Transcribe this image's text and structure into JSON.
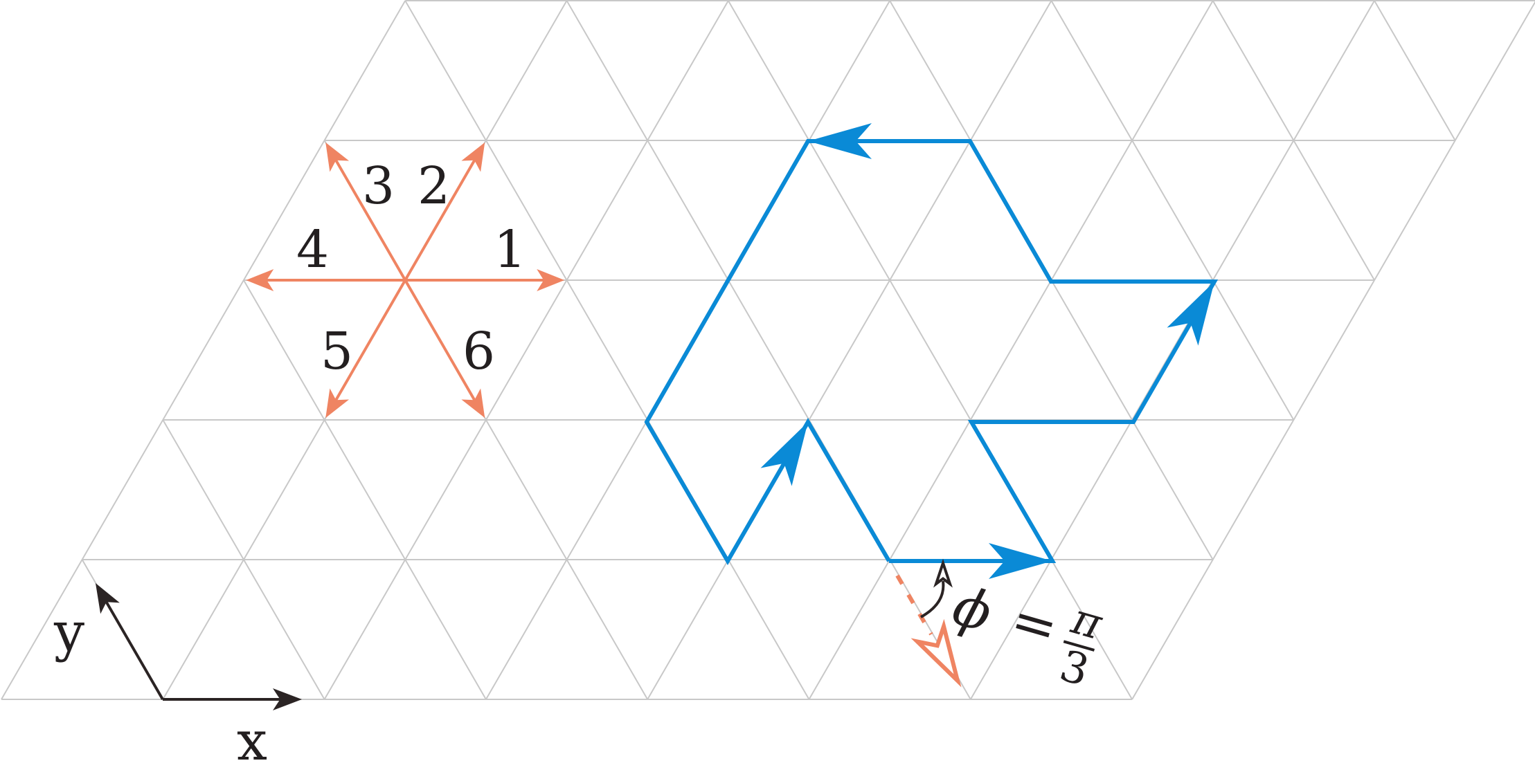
{
  "diagram": {
    "colors": {
      "grid": "#c8c8c8",
      "directions": "#ef8462",
      "path": "#0a8ad6",
      "axes": "#2b2424",
      "text": "#231f20"
    },
    "direction_labels": [
      "1",
      "2",
      "3",
      "4",
      "5",
      "6"
    ],
    "axes": {
      "x_label": "x",
      "y_label": "y"
    },
    "angle": {
      "phi": "ϕ",
      "equals": "=",
      "numerator": "π",
      "denominator": "3"
    }
  }
}
